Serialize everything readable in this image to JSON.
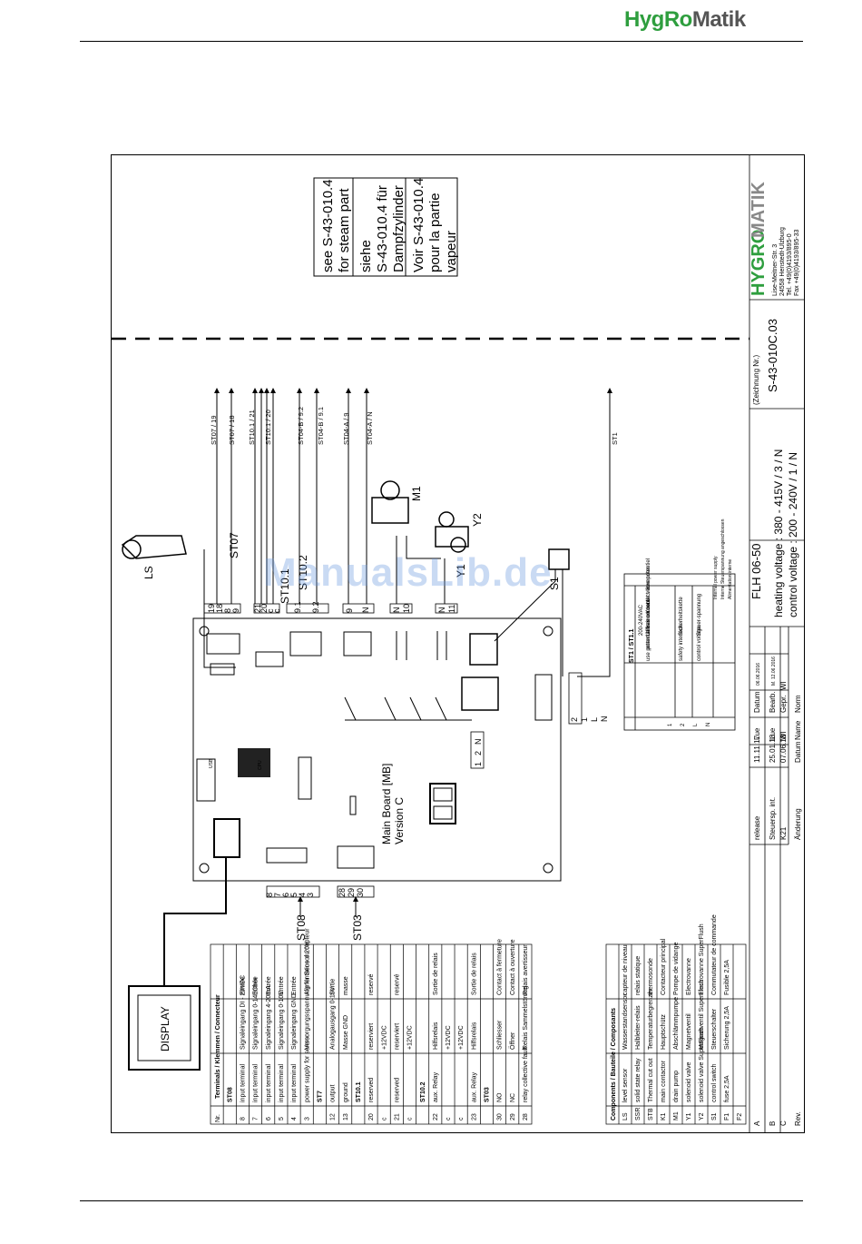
{
  "header": {
    "logo_part1": "HygRo",
    "logo_part2": "Matik"
  },
  "watermark": "ManualsLib.de",
  "see_note": [
    "see S-43-010.4",
    "for steam part",
    "siehe",
    "S-43-010.4 für",
    "Dampfzylinder",
    "Voir S-43-010.4",
    "pour la partie",
    "vapeur"
  ],
  "title_block": {
    "brand1": "HYGRO",
    "brand2": "MATIK",
    "address": [
      "Lise-Meitner-Str. 3",
      "24558 Henstedt-Ulzburg",
      "Tel. +49(0)4193/895-0",
      "Fax +49(0)4193/895-33"
    ],
    "drawing_no_label": "(Zeichnung Nr.)",
    "drawing_no": "S-43-010C.03",
    "model": "FLH 06-50",
    "heating_voltage": "heating voltage : 380 - 415V / 3 / N",
    "control_voltage": "control voltage : 200 - 240V / 1 / N",
    "rev_rows": [
      {
        "rev": "A",
        "text": "release",
        "date": "11.11.17",
        "name": "Lue"
      },
      {
        "rev": "B",
        "text": "Steuersp. int.",
        "date": "25.01.18",
        "name": "Lue"
      },
      {
        "rev": "C",
        "text": "K21",
        "date": "07.06.18",
        "name": "WI"
      },
      {
        "rev": "Rev.",
        "text": "Änderung",
        "date": "Datum",
        "name": "Name"
      }
    ],
    "datum_label": "Datum",
    "datum_val": "06.06.2016",
    "bearb_label": "Bearb.",
    "bearb_val": "M. 12.06.2016",
    "gepr_label": "Gepr.",
    "norm_label": "Norm"
  },
  "wire_labels": [
    "ST07 / 19",
    "ST07 / 18",
    "ST10.1 / 21",
    "ST10.1 / 20",
    "ST04-B / 9.2",
    "ST04-B / 9.1",
    "ST04-A / 9",
    "ST04-A / N",
    "ST1"
  ],
  "components": {
    "LS": "LS",
    "ST07": "ST07",
    "ST10_1": "ST10.1",
    "ST10_2": "ST10.2",
    "M1": "M1",
    "Y1": "Y1",
    "Y2": "Y2",
    "S1": "S1",
    "mainboard": "Main Board [MB]",
    "version": "Version C",
    "display": "DISPLAY",
    "ST08": "ST08",
    "ST03": "ST03",
    "cpu": "CPU",
    "usb": "USB"
  },
  "terminals": {
    "st07_block": [
      "19",
      "18",
      "8",
      "9"
    ],
    "st10_block": [
      "21",
      "20",
      "c",
      "c"
    ],
    "st04b_block": [
      "9.1",
      "9.2"
    ],
    "st04a_block": [
      "9",
      "N"
    ],
    "n10": [
      "N",
      "10"
    ],
    "n11": [
      "N",
      "11"
    ],
    "st1_block": [
      "2",
      "1",
      "L",
      "N"
    ],
    "n12": [
      "N",
      "2",
      "1"
    ],
    "st08_block": [
      "8",
      "7",
      "6",
      "5",
      "4",
      "3"
    ],
    "st03_block": [
      "28",
      "29",
      "30"
    ]
  },
  "st1_legend": {
    "head": "ST1 / ST1.1",
    "rows": [
      [
        "",
        "",
        "200-240VAC",
        ""
      ],
      [
        "",
        "use potential free contact",
        "potentialfreien Kontakt verwenden",
        "Utiliser un contact libre potentiel"
      ],
      [
        "1",
        "safety interlock",
        "Sicherheitskette",
        "Chaîne de sécurité"
      ],
      [
        "2",
        "",
        "200-240VAC",
        ""
      ],
      [
        "L",
        "control voltage",
        "Steuer-spannung",
        "Tension de commande"
      ],
      [
        "N",
        "",
        "",
        ""
      ]
    ],
    "note1": "Internal power supply",
    "note2": "Interne Steuerspannung angeschlossen",
    "note3": "Alimentation interne"
  },
  "terminal_table": {
    "header": [
      "Nr.",
      "Terminals / Klemmen / Connecteur"
    ],
    "rows": [
      [
        "",
        "ST08",
        "",
        ""
      ],
      [
        "8",
        "input terminal",
        "Signaleingang DI - 20VDC",
        "Entrée"
      ],
      [
        "7",
        "input terminal",
        "Signaleingang 0-140Ohm",
        "Entrée"
      ],
      [
        "6",
        "input terminal",
        "Signaleingang 4-20mA",
        "Entrée"
      ],
      [
        "5",
        "input terminal",
        "Signaleingang 0-10V",
        "Entrée"
      ],
      [
        "4",
        "input terminal",
        "Signaleingang GND",
        "Entrée"
      ],
      [
        "3",
        "power supply for sensor",
        "Versorgungsspannung für Sensor 20V",
        "Alimentation du capteur"
      ],
      [
        "",
        "ST7",
        "",
        ""
      ],
      [
        "12",
        "output",
        "Analogausgang 0-10V",
        "Sortie"
      ],
      [
        "13",
        "ground",
        "Masse GND",
        "masse"
      ],
      [
        "",
        "ST10.1",
        "",
        ""
      ],
      [
        "20",
        "reserved",
        "reserviert",
        "reservé"
      ],
      [
        "c",
        "",
        "+12VDC",
        ""
      ],
      [
        "21",
        "reserved",
        "reserviert",
        "reservé"
      ],
      [
        "c",
        "",
        "+12VDC",
        ""
      ],
      [
        "",
        "ST10.2",
        "",
        ""
      ],
      [
        "22",
        "aux. Relay",
        "Hilfsrelais",
        "Sortie de relais"
      ],
      [
        "c",
        "",
        "+12VDC",
        ""
      ],
      [
        "c",
        "",
        "+12VDC",
        ""
      ],
      [
        "23",
        "aux. Relay",
        "Hilfsrelais",
        "Sortie de relais"
      ],
      [
        "",
        "ST03",
        "",
        ""
      ],
      [
        "30",
        "NO",
        "Schliesser",
        "Contact à fermeture"
      ],
      [
        "29",
        "NC",
        "Öffner",
        "Contact à ouverture"
      ],
      [
        "28",
        "relay collective fault",
        "Relais Sammelstörung",
        "Relais avertisseur"
      ]
    ]
  },
  "components_table": {
    "header": "Components / Bauteile / Composants",
    "rows": [
      [
        "LS",
        "level sensor",
        "Wasserstandsensor",
        "capteur de niveau"
      ],
      [
        "SSR",
        "solid state relay",
        "Halbleiter-relais",
        "relais statique"
      ],
      [
        "STB",
        "Thermal cut out",
        "Temperaturbegrenzer",
        "thermosonde"
      ],
      [
        "K1",
        "main contactor",
        "Hauptschütz",
        "Contacteur principal"
      ],
      [
        "M1",
        "drain pump",
        "Abschlämmpumpe",
        "Pompe de vidange"
      ],
      [
        "Y1",
        "solenoid valve",
        "Magnetventil",
        "Electrovanne"
      ],
      [
        "Y2",
        "solenoid valve SuperFlush",
        "Magnetventil SuperFlush",
        "Electrovanne SuperFlush"
      ],
      [
        "S1",
        "control switch",
        "Steuerschalter",
        "Commutateur de commande"
      ],
      [
        "F1",
        "fuse 2,5A",
        "Sicherung 2,5A",
        "Fusible 2,5A"
      ],
      [
        "F2",
        "",
        "",
        ""
      ]
    ]
  }
}
